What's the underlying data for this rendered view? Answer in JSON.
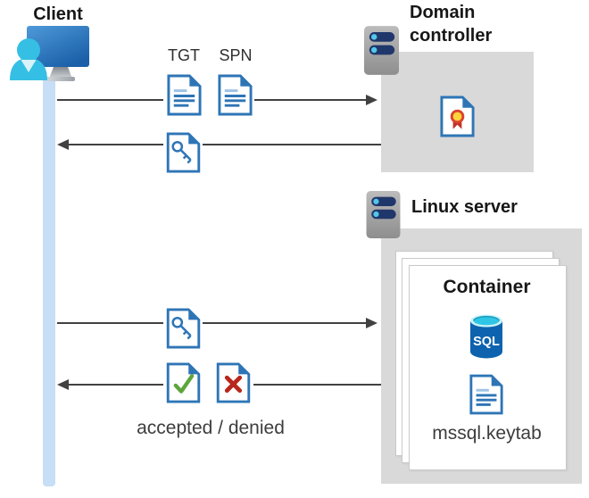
{
  "client": {
    "label": "Client"
  },
  "domain_controller": {
    "title": "Domain controller"
  },
  "linux_server": {
    "title": "Linux server"
  },
  "container": {
    "title": "Container",
    "database_label": "SQL",
    "keytab_label": "mssql.keytab"
  },
  "flow": {
    "tgt_label": "TGT",
    "spn_label": "SPN",
    "result_label": "accepted / denied"
  },
  "colors": {
    "doc_blue": "#2e75b6",
    "doc_blue_light": "#9dc3e6",
    "box_gray": "#d9d9d9",
    "arrow_gray": "#414141",
    "lifeline_blue": "#c6def6",
    "server_bar_navy": "#20376b",
    "server_dot_cyan": "#54c7e8",
    "check_green": "#5da53a",
    "cross_red": "#b8271d",
    "sql_body_blue": "#0e63ae",
    "sql_top_cyan": "#2fc6e6",
    "cert_gold": "#ffd43a",
    "cert_red": "#da4330",
    "person_cyan": "#35bfe4",
    "monitor_blue": "#2272b9"
  }
}
